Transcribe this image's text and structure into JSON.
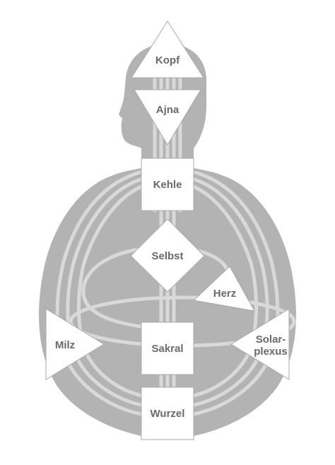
{
  "centers": {
    "head": "Kopf",
    "ajna": "Ajna",
    "throat": "Kehle",
    "g": "Selbst",
    "heart": "Herz",
    "spleen": "Milz",
    "sacral": "Sakral",
    "solar_line1": "Solar-",
    "solar_line2": "plexus",
    "root": "Wurzel"
  },
  "colors": {
    "body": "#b3b3b3",
    "channel": "#d9d9d9",
    "center_fill": "#ffffff",
    "center_stroke": "#a8a8a8",
    "text": "#6a6a6a"
  }
}
